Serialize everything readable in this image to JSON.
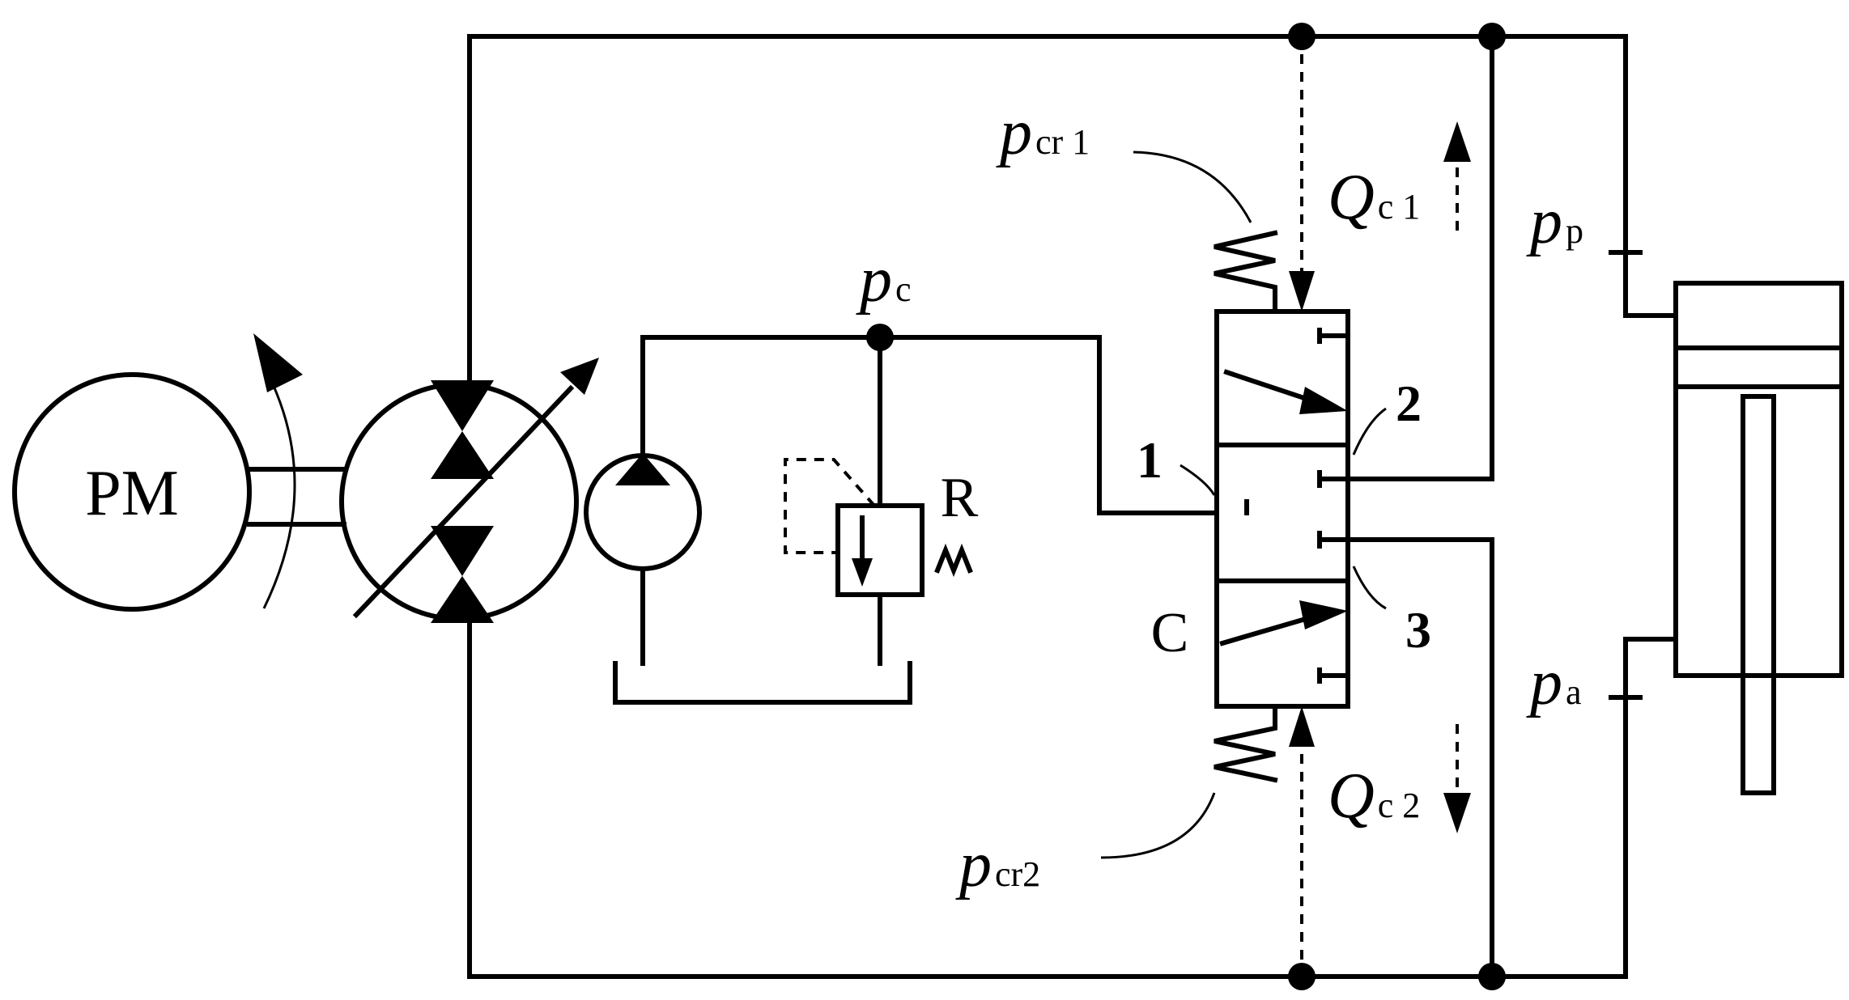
{
  "labels": {
    "motor": "PM",
    "relief_valve": "R",
    "control_valve": "C",
    "port_1": "1",
    "port_2": "2",
    "port_3": "3",
    "pc_var": "p",
    "pc_sub": "c",
    "pcr1_var": "p",
    "pcr1_sub": "cr 1",
    "pcr2_var": "p",
    "pcr2_sub": "cr2",
    "qc1_var": "Q",
    "qc1_sub": "c 1",
    "qc2_var": "Q",
    "qc2_sub": "c 2",
    "pp_var": "p",
    "pp_sub": "p",
    "pa_var": "p",
    "pa_sub": "a"
  }
}
